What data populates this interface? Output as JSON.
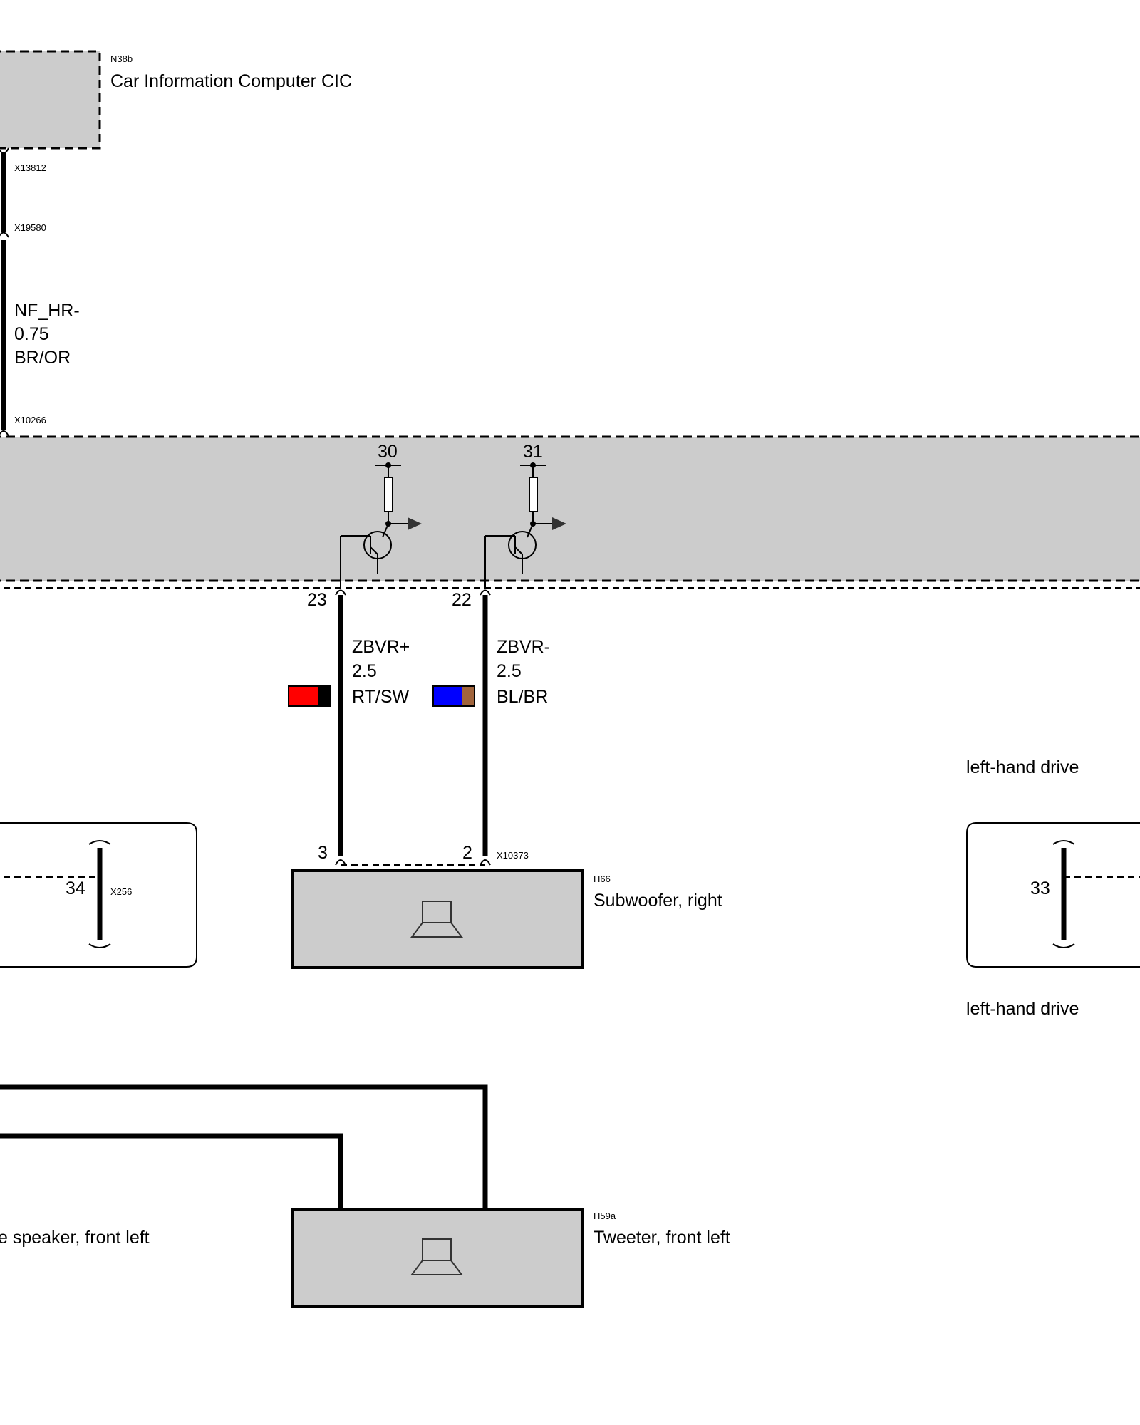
{
  "components": {
    "cic": {
      "code": "N38b",
      "name": "Car Information Computer CIC"
    },
    "subwoofer": {
      "code": "H66",
      "name": "Subwoofer, right"
    },
    "tweeter": {
      "code": "H59a",
      "name": "Tweeter, front left"
    },
    "midrange_partial": {
      "name": "e speaker, front left"
    }
  },
  "connectors": {
    "x13812": "X13812",
    "x19580": "X19580",
    "x10266": "X10266",
    "x10373": "X10373",
    "x256": "X256"
  },
  "wires": {
    "nf_hr": {
      "signal": "NF_HR-",
      "gauge": "0.75",
      "color": "BR/OR"
    },
    "zbvr_plus": {
      "signal": "ZBVR+",
      "gauge": "2.5",
      "color": "RT/SW",
      "swatch": [
        "#ff0000",
        "#000000"
      ]
    },
    "zbvr_minus": {
      "signal": "ZBVR-",
      "gauge": "2.5",
      "color": "BL/BR",
      "swatch": [
        "#0000ff",
        "#a0643c"
      ]
    }
  },
  "pins": {
    "amp_top_left": "30",
    "amp_top_right": "31",
    "amp_out_plus": "23",
    "amp_out_minus": "22",
    "sub_plus": "3",
    "sub_minus": "2",
    "splice_left": "34",
    "splice_right": "33"
  },
  "notes": {
    "lhd_top": "left-hand drive",
    "lhd_bottom": "left-hand drive"
  },
  "colors": {
    "component_fill": "#cccccc",
    "wire": "#000000"
  },
  "icons": {
    "speaker": "speaker-icon",
    "transistor": "transistor-icon"
  }
}
